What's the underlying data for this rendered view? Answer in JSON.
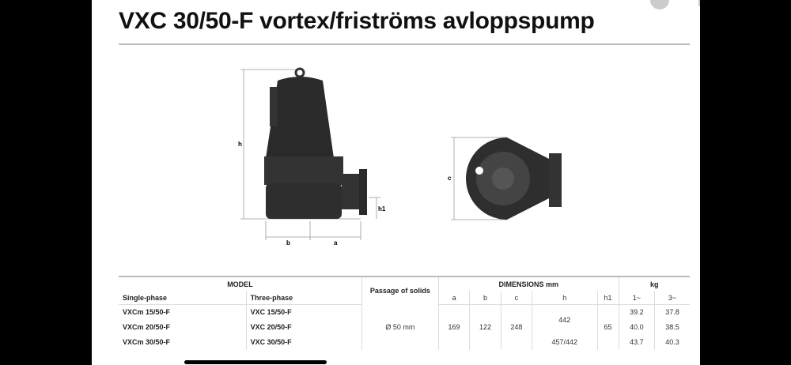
{
  "title": "VXC 30/50-F vortex/friströms avloppspump",
  "drawing_labels": {
    "h": "h",
    "h1": "h1",
    "a": "a",
    "b": "b",
    "c": "c"
  },
  "table": {
    "model_header": "MODEL",
    "single_phase": "Single-phase",
    "three_phase": "Three-phase",
    "passage": "Passage of solids",
    "dimensions": "DIMENSIONS mm",
    "kg": "kg",
    "dim_cols": [
      "a",
      "b",
      "c",
      "h",
      "h1"
    ],
    "kg_cols": [
      "1~",
      "3~"
    ],
    "rows": [
      {
        "single": "VXCm 15/50-F",
        "three": "VXC 15/50-F",
        "kg1": "39.2",
        "kg3": "37.8"
      },
      {
        "single": "VXCm 20/50-F",
        "three": "VXC 20/50-F",
        "kg1": "40.0",
        "kg3": "38.5"
      },
      {
        "single": "VXCm 30/50-F",
        "three": "VXC 30/50-F",
        "kg1": "43.7",
        "kg3": "40.3"
      }
    ],
    "passage_value": "Ø 50 mm",
    "a": "169",
    "b": "122",
    "c": "248",
    "h_12": "442",
    "h_3": "457/442",
    "h1": "65"
  }
}
